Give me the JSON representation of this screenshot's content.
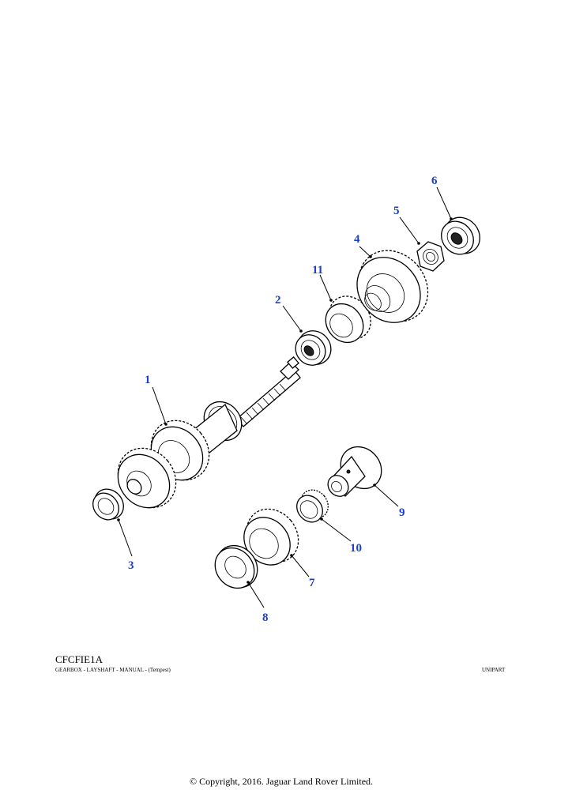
{
  "callouts": {
    "c1": "1",
    "c2": "2",
    "c3": "3",
    "c4": "4",
    "c5": "5",
    "c6": "6",
    "c7": "7",
    "c8": "8",
    "c9": "9",
    "c10": "10",
    "c11": "11"
  },
  "footer": {
    "code": "CFCFIE1A",
    "subtitle": "GEARBOX - LAYSHAFT - MANUAL - (Tempest)",
    "brand": "UNIPART",
    "copyright": "© Copyright, 2016. Jaguar Land Rover Limited."
  },
  "colors": {
    "callout": "#1a3fd0",
    "line": "#000000"
  }
}
